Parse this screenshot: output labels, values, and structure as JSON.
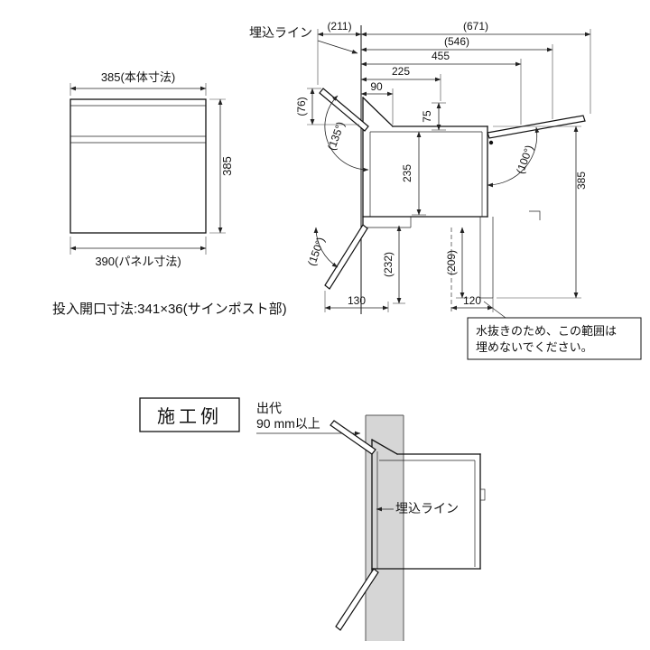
{
  "front_view": {
    "dim_body_width": "385(本体寸法)",
    "dim_height": "385",
    "dim_panel_width": "390(パネル寸法)"
  },
  "opening_note": "投入開口寸法:341×36(サインポスト部)",
  "side_view": {
    "embed_line_label": "埋込ライン",
    "dim_211": "(211)",
    "dim_671": "(671)",
    "dim_546": "(546)",
    "dim_455": "455",
    "dim_225": "225",
    "dim_90": "90",
    "dim_76": "(76)",
    "angle_135": "(135°)",
    "dim_75": "75",
    "dim_235": "235",
    "angle_100": "(100°)",
    "dim_385": "385",
    "angle_150": "(150°)",
    "dim_232": "(232)",
    "dim_209": "(209)",
    "dim_130": "130",
    "dim_120": "120",
    "drain_note_line1": "水抜きのため、この範囲は",
    "drain_note_line2": "埋めないでください。"
  },
  "installation_example": {
    "title": "施工例",
    "protrusion_line1": "出代",
    "protrusion_line2": "90 mm以上",
    "embed_line_label": "埋込ライン"
  }
}
